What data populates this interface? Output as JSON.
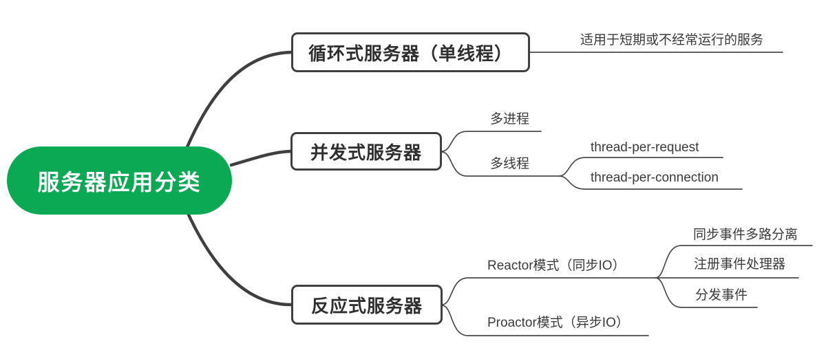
{
  "diagram": {
    "type": "mindmap",
    "root": {
      "label": "服务器应用分类"
    },
    "branches": [
      {
        "label": "循环式服务器（单线程）",
        "children": [
          {
            "label": "适用于短期或不经常运行的服务"
          }
        ]
      },
      {
        "label": "并发式服务器",
        "children": [
          {
            "label": "多进程"
          },
          {
            "label": "多线程",
            "children": [
              {
                "label": "thread-per-request"
              },
              {
                "label": "thread-per-connection"
              }
            ]
          }
        ]
      },
      {
        "label": "反应式服务器",
        "children": [
          {
            "label": "Reactor模式（同步IO）",
            "children": [
              {
                "label": "同步事件多路分离"
              },
              {
                "label": "注册事件处理器"
              },
              {
                "label": "分发事件"
              }
            ]
          },
          {
            "label": "Proactor模式（异步IO）"
          }
        ]
      }
    ],
    "colors": {
      "background": "#FFFFFF",
      "root_fill": "#0CA954",
      "root_text": "#FFFFFF",
      "topic_border": "#3F3F3F",
      "topic_text": "#2F2F2F",
      "connector_thick": "#3F3F3F",
      "connector_thin": "#4A4A4A",
      "leaf_text": "#3A3A3A"
    }
  }
}
